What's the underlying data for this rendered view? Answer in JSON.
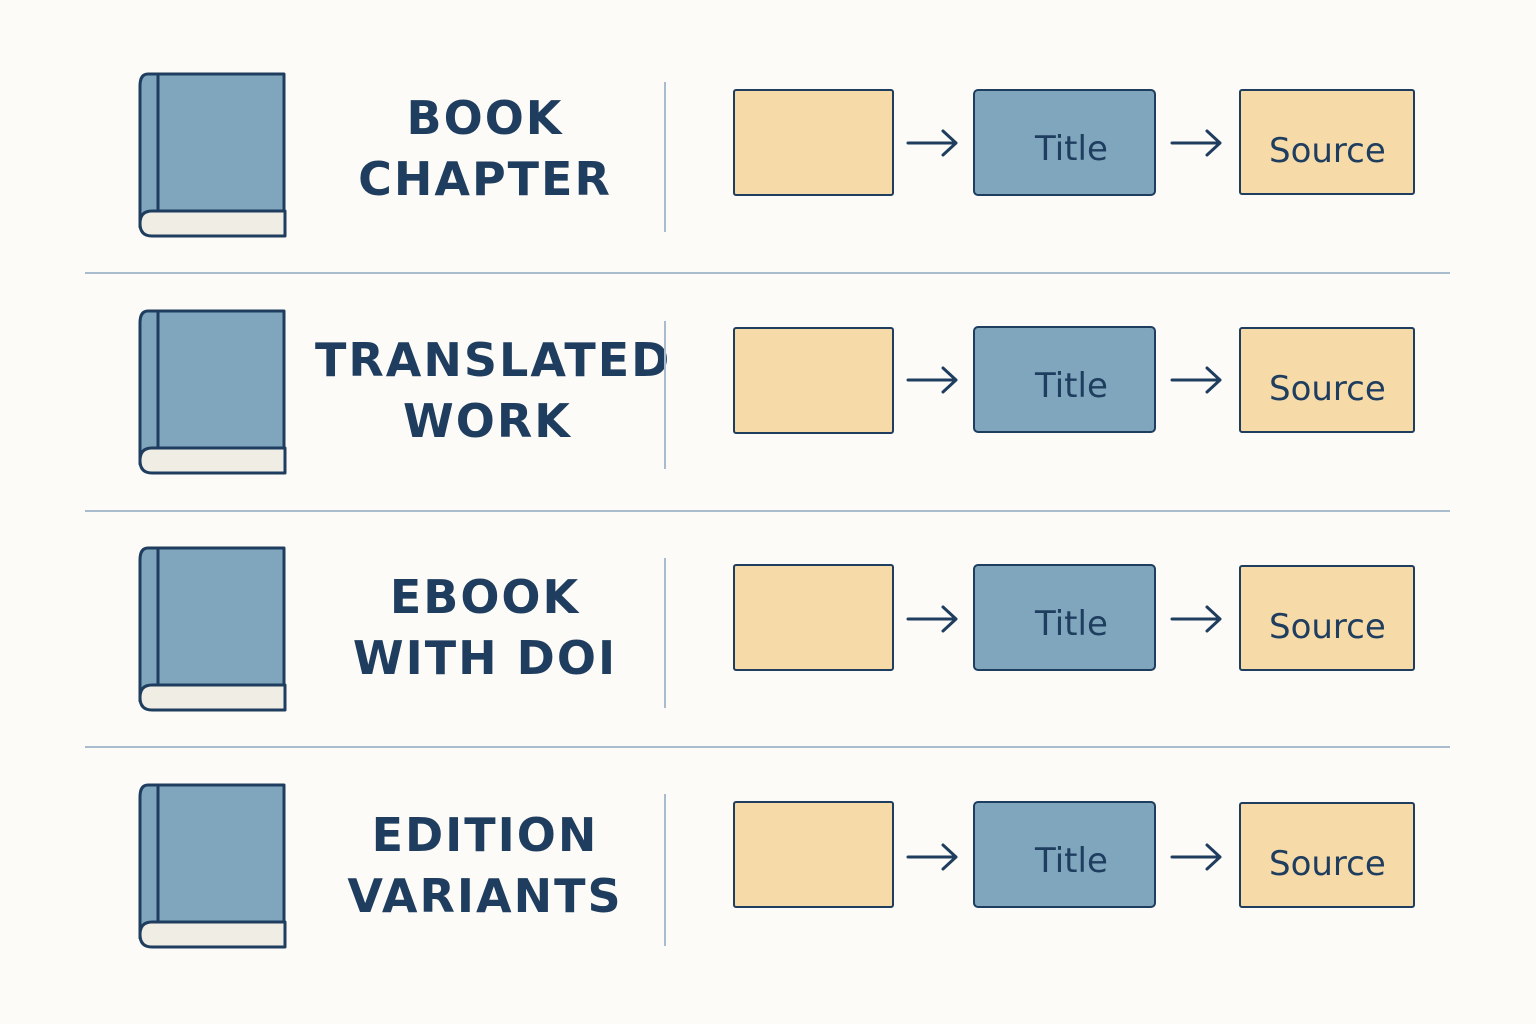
{
  "colors": {
    "background": "#fcfbf7",
    "ink": "#1f3d5e",
    "book_cover": "#7fa6bd",
    "book_pages": "#efede4",
    "box_yellow": "#f6dba8",
    "box_blue": "#7fa6bd",
    "divider": "#a9bccd"
  },
  "rows": [
    {
      "icon": "book-icon",
      "label_line1": "BOOK",
      "label_line2": "CHAPTER",
      "flow": {
        "first_box": "",
        "title_box": "Title",
        "source_box": "Source"
      }
    },
    {
      "icon": "book-icon",
      "label_line1": "TRANSLATED",
      "label_line2": "WORK",
      "flow": {
        "first_box": "",
        "title_box": "Title",
        "source_box": "Source"
      }
    },
    {
      "icon": "book-icon",
      "label_line1": "EBOOK",
      "label_line2": "WITH DOI",
      "flow": {
        "first_box": "",
        "title_box": "Title",
        "source_box": "Source"
      }
    },
    {
      "icon": "book-icon",
      "label_line1": "EDITION",
      "label_line2": "VARIANTS",
      "flow": {
        "first_box": "",
        "title_box": "Title",
        "source_box": "Source"
      }
    }
  ]
}
